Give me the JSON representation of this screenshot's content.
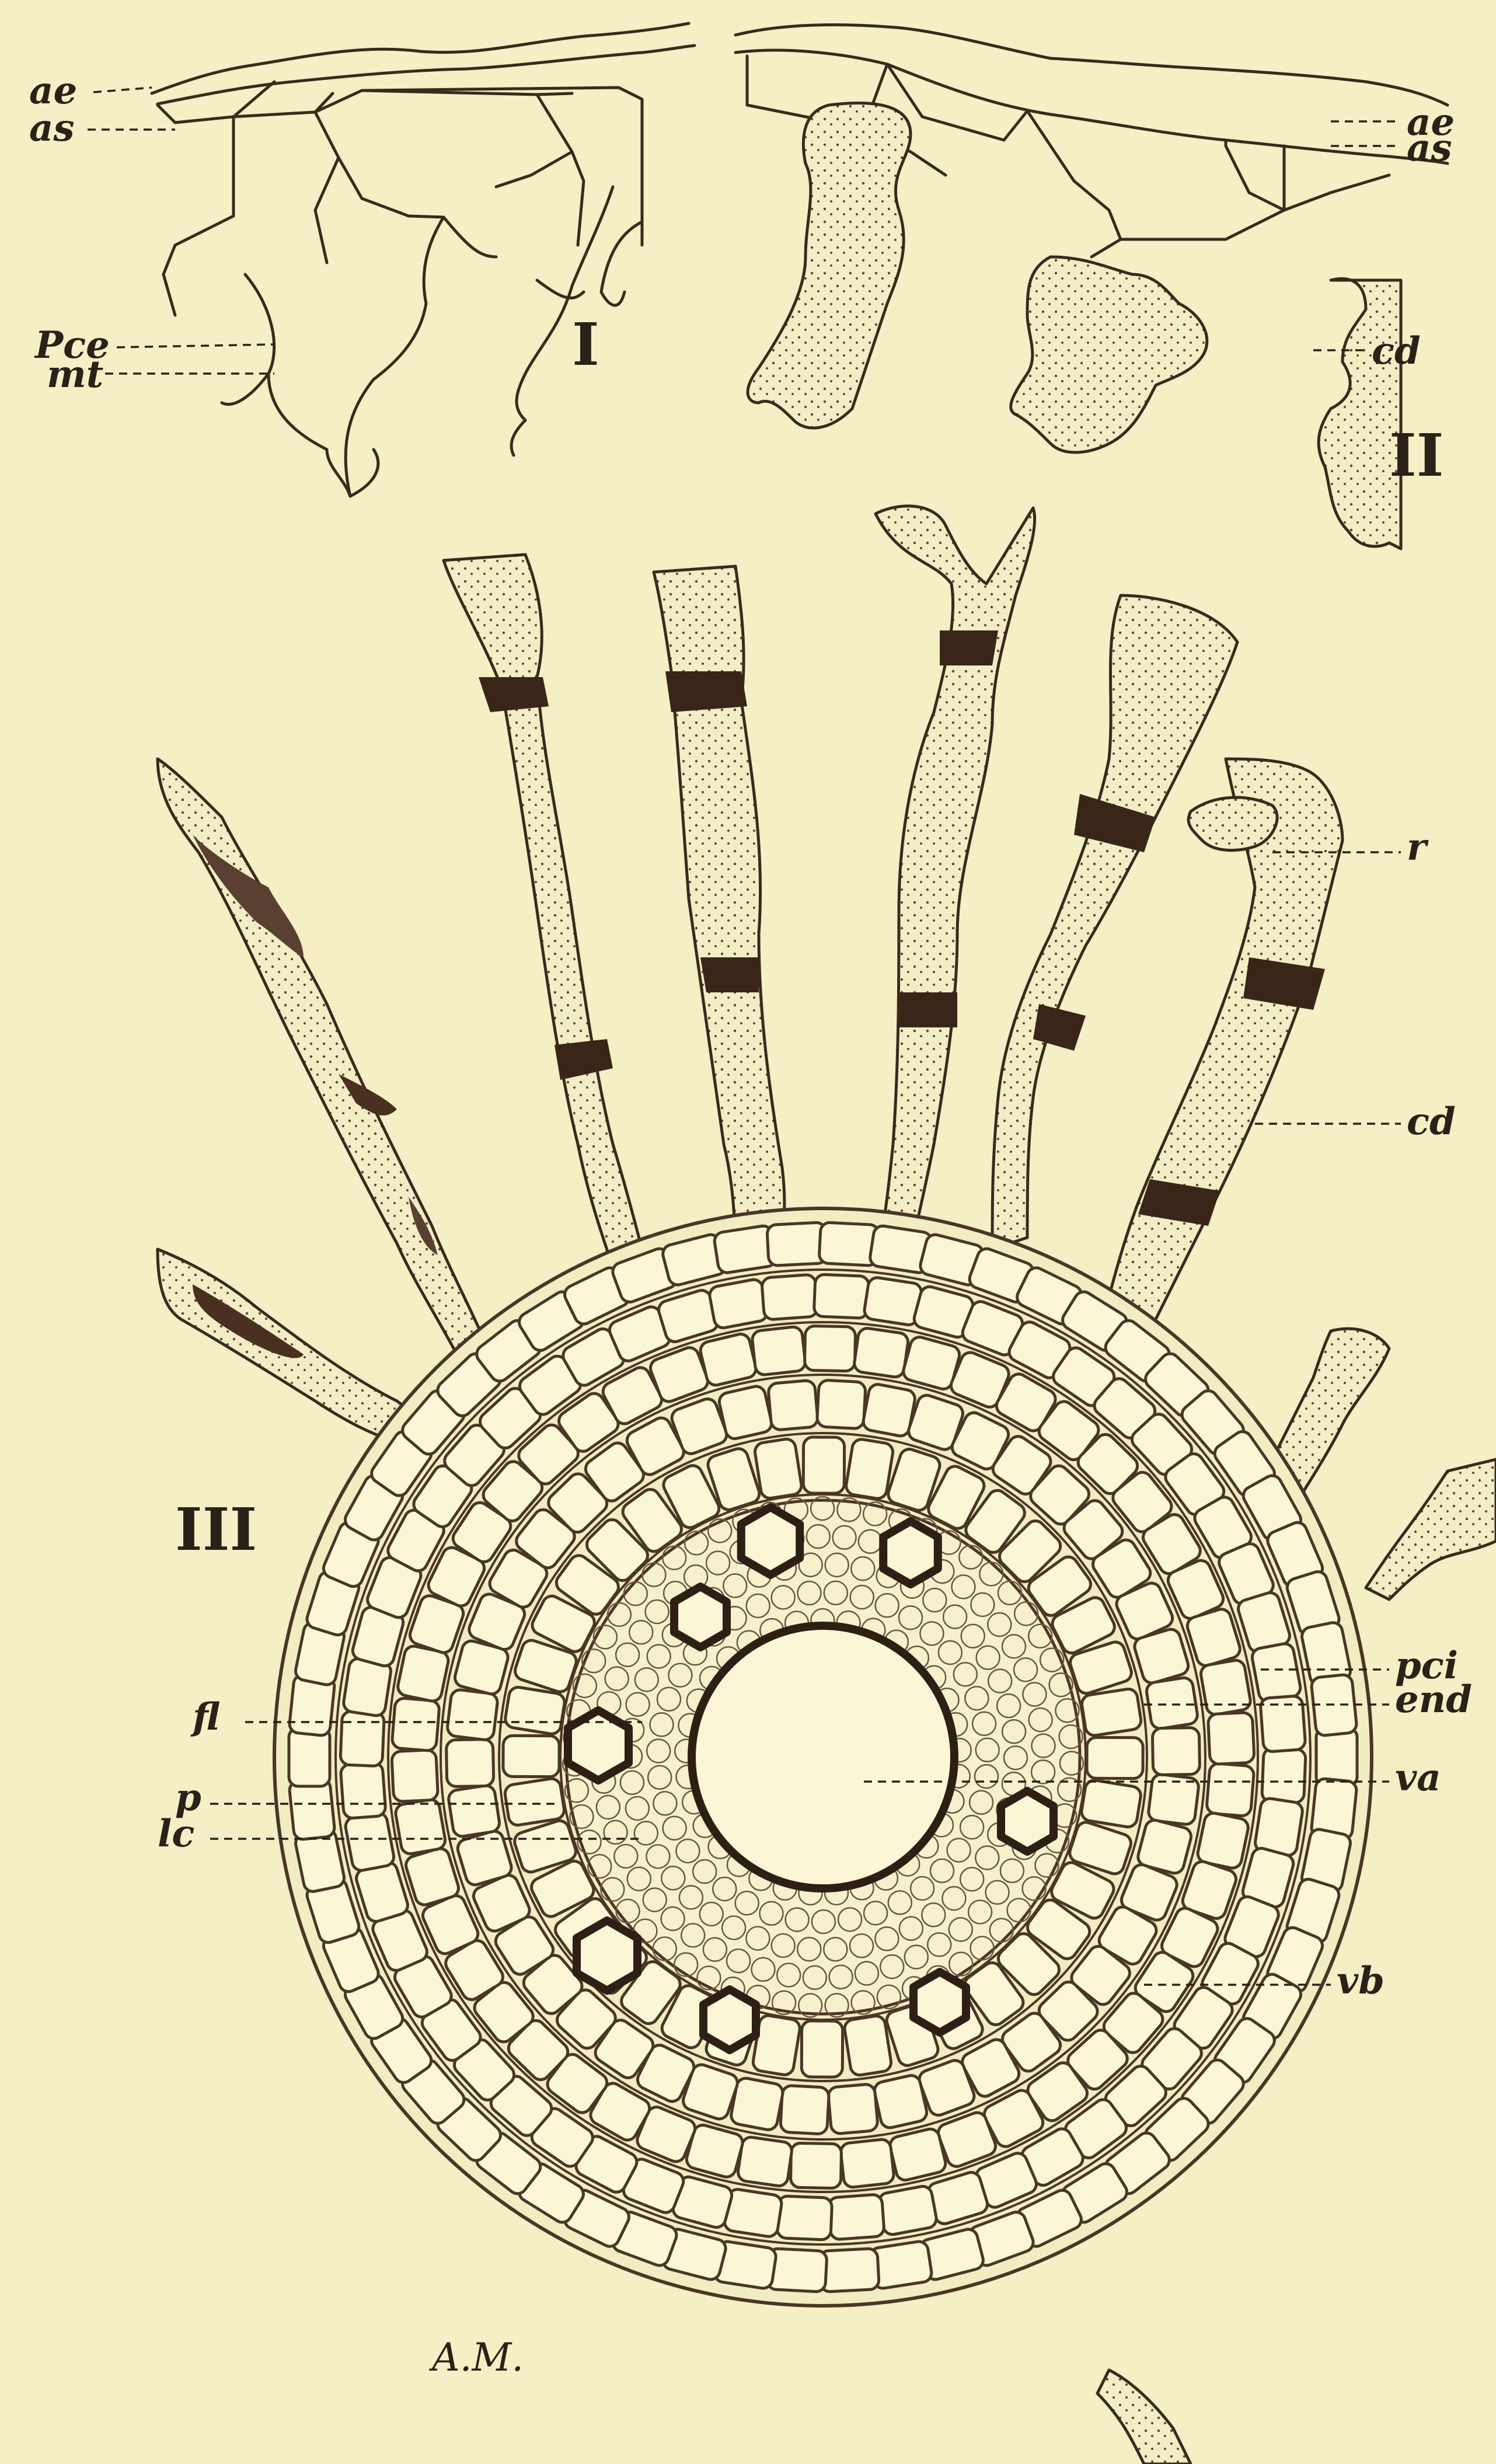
{
  "figure": {
    "panels": [
      {
        "id": "I",
        "numeral": "I"
      },
      {
        "id": "II",
        "numeral": "II"
      },
      {
        "id": "III",
        "numeral": "III"
      }
    ],
    "labels": {
      "p1_ae": "ae",
      "p1_as": "as",
      "p1_pce": "Pce",
      "p1_mt": "mt",
      "p2_ae": "ae",
      "p2_as": "as",
      "p2_cd": "cd",
      "p3_r": "r",
      "p3_cd": "cd",
      "p3_pci": "pci",
      "p3_end": "end",
      "p3_va": "va",
      "p3_vb": "vb",
      "p3_fl": "fl",
      "p3_p": "p",
      "p3_lc": "lc"
    },
    "signature": "A.M.",
    "colors": {
      "background": "#f4efc4",
      "ink": "#4a3626",
      "dark_ink": "#2e1f15",
      "cell_fill": "#f2ecc2"
    }
  }
}
